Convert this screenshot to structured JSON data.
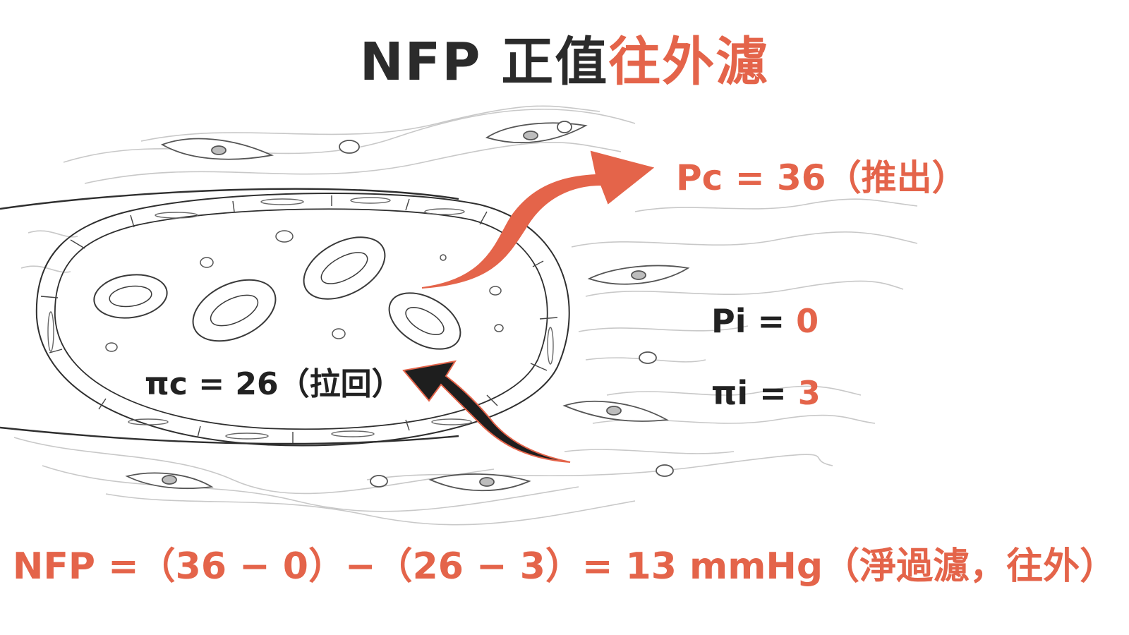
{
  "title": {
    "part1": "NFP 正值",
    "part2": "往外濾"
  },
  "labels": {
    "pc": "Pc = 36（推出）",
    "pi_c": "πc = 26（拉回）",
    "pi_name": "Pi = ",
    "pi_value": "0",
    "pii_name": "πi = ",
    "pii_value": "3"
  },
  "formula": "NFP =（36 − 0）−（26 − 3）= 13 mmHg（淨過濾，往外）",
  "colors": {
    "accent": "#e4644a",
    "text": "#2b2b2b",
    "line": "#555555"
  },
  "icons": {
    "outward_arrow": "arrow-outward-icon",
    "inward_arrow": "arrow-inward-icon"
  }
}
